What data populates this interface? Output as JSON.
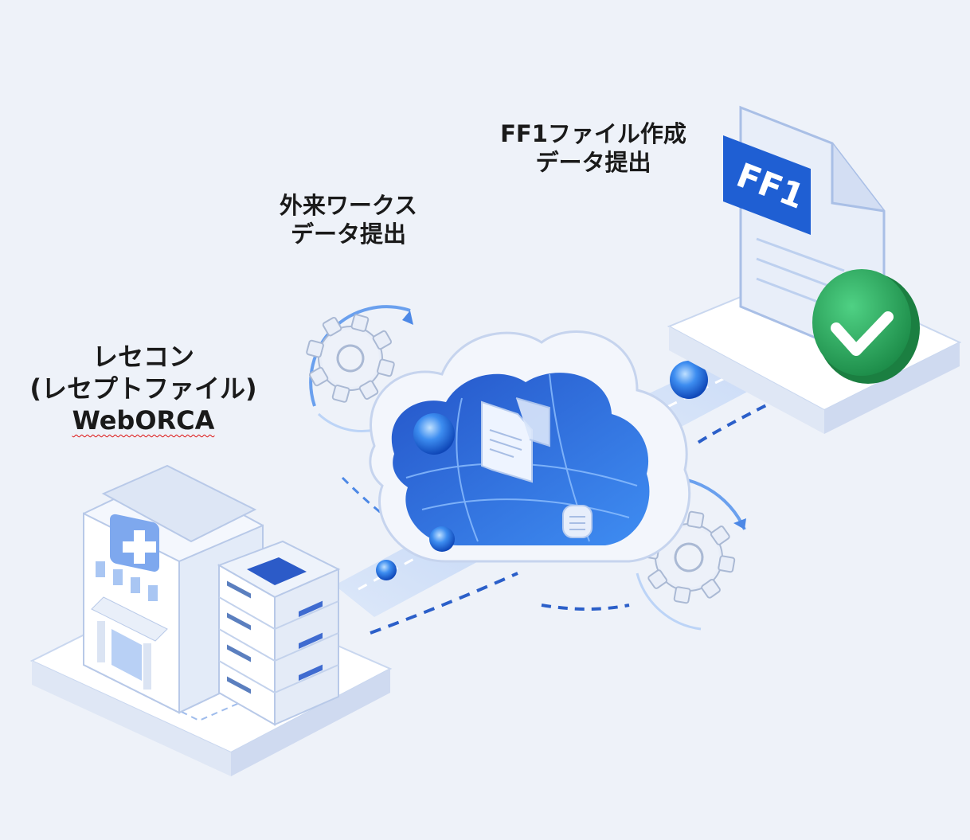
{
  "labels": {
    "left": {
      "line1": "レセコン",
      "line2": "(レセプトファイル)",
      "line3": "WebORCA"
    },
    "middle": {
      "line1": "外来ワークス",
      "line2": "データ提出"
    },
    "right": {
      "line1": "FF1ファイル作成",
      "line2": "データ提出"
    }
  },
  "document_badge": "FF1",
  "colors": {
    "accent_blue": "#2f6fdc",
    "badge_blue": "#1f5fd3",
    "check_green": "#27a35a",
    "background": "#eef2f9"
  },
  "icons": [
    "hospital-icon",
    "server-icon",
    "cloud-icon",
    "gear-icon",
    "document-icon",
    "check-icon"
  ]
}
